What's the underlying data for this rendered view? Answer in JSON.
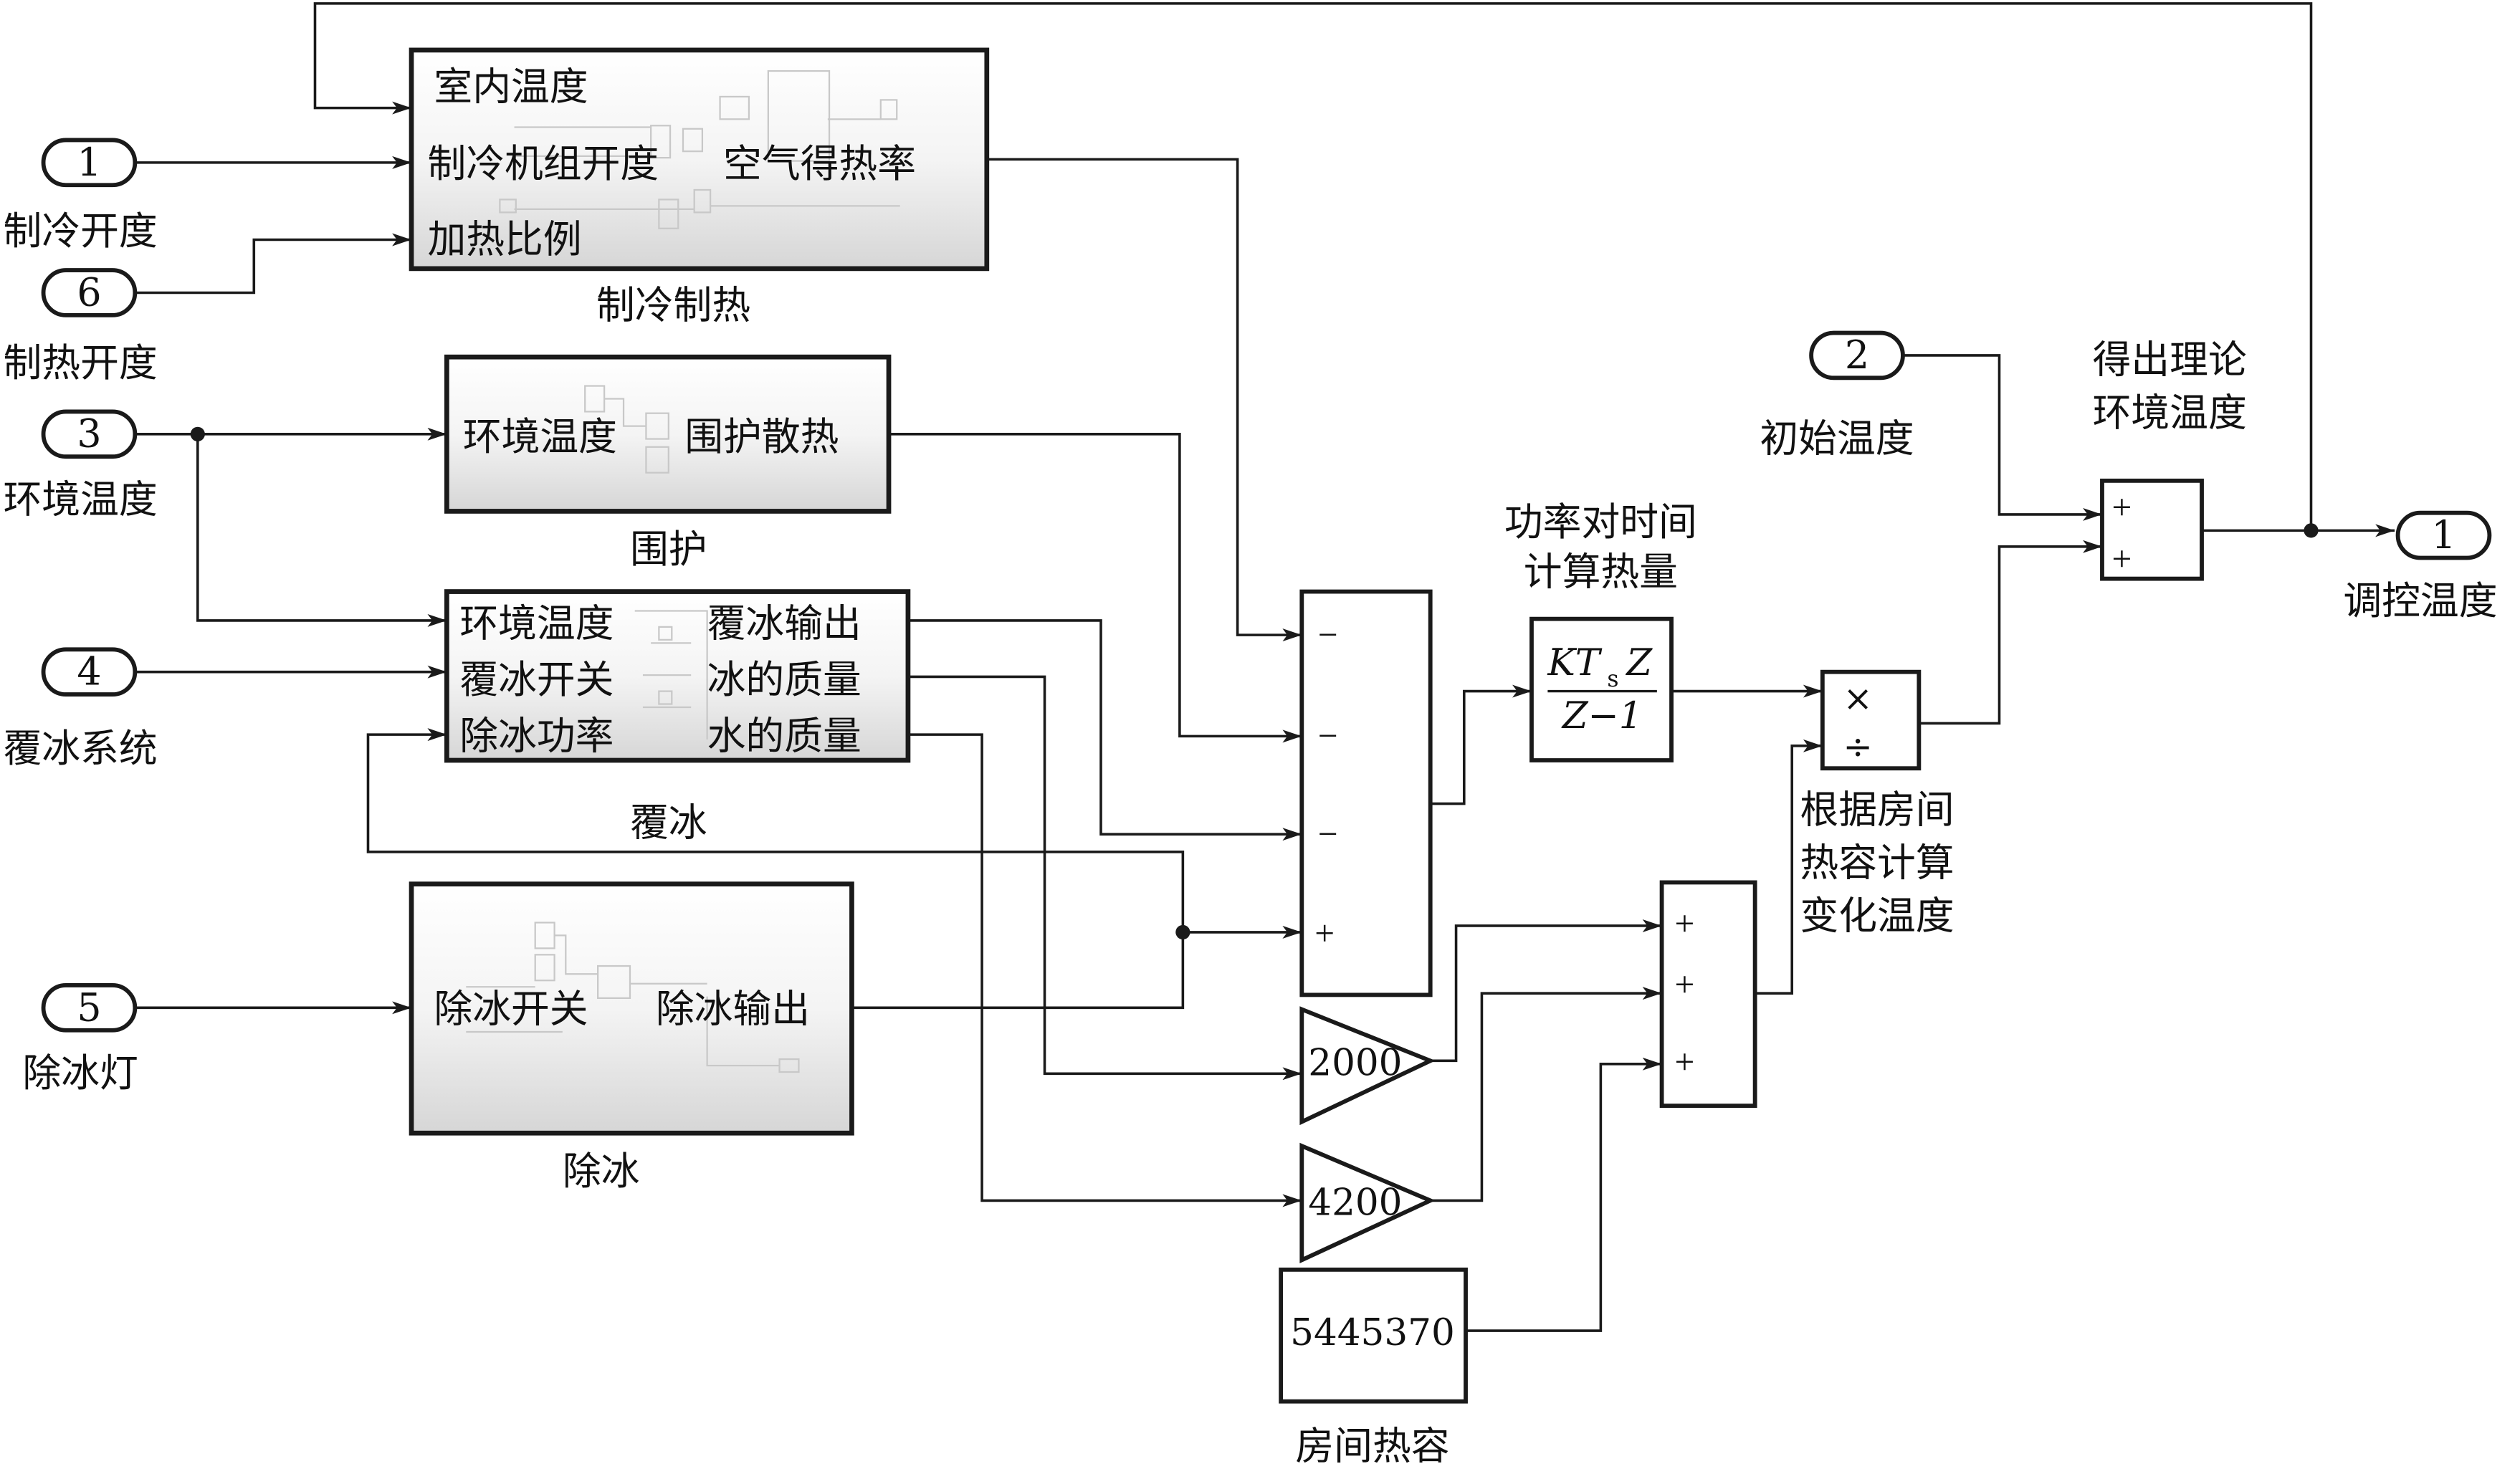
{
  "diagram": {
    "type": "simulink-block-diagram",
    "inports": [
      {
        "number": "1",
        "label": "制冷开度"
      },
      {
        "number": "6",
        "label": "制热开度"
      },
      {
        "number": "3",
        "label": "环境温度"
      },
      {
        "number": "4",
        "label": "覆冰系统"
      },
      {
        "number": "5",
        "label": "除冰灯"
      },
      {
        "number": "2",
        "label": "初始温度"
      }
    ],
    "outport": {
      "number": "1",
      "label": "调控温度"
    },
    "subsystems": {
      "cooling_heating": {
        "name": "制冷制热",
        "inputs": [
          "室内温度",
          "制冷机组开度",
          "加热比例"
        ],
        "outputs": [
          "空气得热率"
        ]
      },
      "envelope": {
        "name": "围护",
        "inputs": [
          "环境温度"
        ],
        "outputs": [
          "围护散热"
        ]
      },
      "icing": {
        "name": "覆冰",
        "inputs": [
          "环境温度",
          "覆冰开关",
          "除冰功率"
        ],
        "outputs": [
          "覆冰输出",
          "冰的质量",
          "水的质量"
        ]
      },
      "deicing": {
        "name": "除冰",
        "inputs": [
          "除冰开关"
        ],
        "outputs": [
          "除冰输出"
        ]
      }
    },
    "sum_power": {
      "signs": [
        "−",
        "−",
        "−",
        "+"
      ]
    },
    "integrator": {
      "label": "功率对时间\n计算热量",
      "label_lines": [
        "功率对时间",
        "计算热量"
      ],
      "num_K": "KT",
      "num_sub": "s",
      "num_Z": "Z",
      "den": "Z−1"
    },
    "product": {
      "signs": [
        "×",
        "÷"
      ],
      "label_lines": [
        "根据房间",
        "热容计算",
        "变化温度"
      ]
    },
    "sum_heat_capacity": {
      "signs": [
        "+",
        "+",
        "+"
      ]
    },
    "gains": [
      {
        "value": "2000"
      },
      {
        "value": "4200"
      }
    ],
    "constant": {
      "value": "5445370",
      "label": "房间热容"
    },
    "sum_final": {
      "signs": [
        "+",
        "+"
      ],
      "label_lines": [
        "得出理论",
        "环境温度"
      ]
    }
  }
}
